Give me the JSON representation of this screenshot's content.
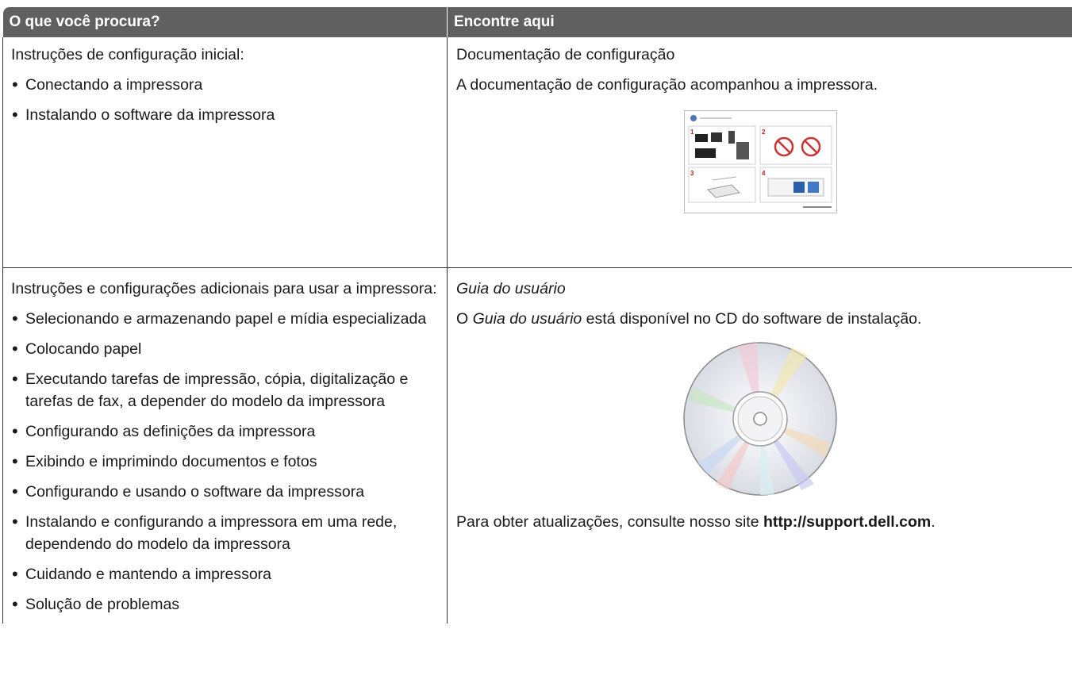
{
  "table": {
    "headers": [
      "O que você procura?",
      "Encontre aqui"
    ]
  },
  "row1": {
    "left_intro": "Instruções de configuração inicial:",
    "left_items": [
      "Conectando a impressora",
      "Instalando o software da impressora"
    ],
    "right_title": "Documentação de configuração",
    "right_text": "A documentação de configuração acompanhou a impressora.",
    "figure_panel_numbers": [
      "1",
      "2",
      "3",
      "4"
    ]
  },
  "row2": {
    "left_intro": "Instruções e configurações adicionais para usar a impressora:",
    "left_items": [
      "Selecionando e armazenando papel e mídia especializada",
      "Colocando papel",
      "Executando tarefas de impressão, cópia, digitalização e tarefas de fax, a depender do modelo da impressora",
      "Configurando as definições da impressora",
      "Exibindo e imprimindo documentos e fotos",
      "Configurando e usando o software da impressora",
      "Instalando e configurando a impressora em uma rede, dependendo do modelo da impressora",
      "Cuidando e mantendo a impressora",
      "Solução de problemas"
    ],
    "right_title": "Guia do usuário",
    "right_text_prefix": "O ",
    "right_text_em": "Guia do usuário",
    "right_text_suffix": " está disponível no CD do software de instalação.",
    "update_prefix": "Para obter atualizações, consulte nosso site ",
    "update_link": "http://support.dell.com",
    "update_suffix": "."
  },
  "colors": {
    "header_bg": "#606060",
    "header_text": "#ffffff",
    "border": "#333333"
  }
}
